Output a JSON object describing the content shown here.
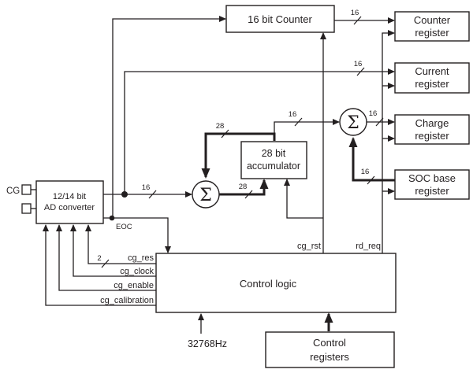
{
  "boxes": {
    "counter": {
      "label": "16 bit Counter"
    },
    "counter_register": {
      "line1": "Counter",
      "line2": "register"
    },
    "current_register": {
      "line1": "Current",
      "line2": "register"
    },
    "charge_register": {
      "line1": "Charge",
      "line2": "register"
    },
    "soc_base_register": {
      "line1": "SOC base",
      "line2": "register"
    },
    "accumulator": {
      "line1": "28 bit",
      "line2": "accumulator"
    },
    "ad_converter": {
      "line1": "12/14 bit",
      "line2": "AD converter"
    },
    "control_logic": {
      "label": "Control logic"
    },
    "control_registers": {
      "line1": "Control",
      "line2": "registers"
    }
  },
  "signals": {
    "cg": "CG",
    "eoc": "EOC",
    "cg_res": "cg_res",
    "cg_clock": "cg_clock",
    "cg_enable": "cg_enable",
    "cg_calibration": "cg_calibration",
    "cg_rst": "cg_rst",
    "rd_req": "rd_req",
    "clock_32768": "32768Hz"
  },
  "bus_widths": {
    "counter_to_register": "16",
    "adc_to_current_register": "16",
    "adc_to_adder": "16",
    "accumulator_feedback": "28",
    "adder_to_accumulator": "28",
    "accumulator_to_adder2": "16",
    "adder2_to_charge_register": "16",
    "soc_to_adder2": "16",
    "cg_res_width": "2"
  },
  "symbols": {
    "sigma": "Σ"
  },
  "colors": {
    "ink": "#231f20",
    "background": "#ffffff"
  }
}
